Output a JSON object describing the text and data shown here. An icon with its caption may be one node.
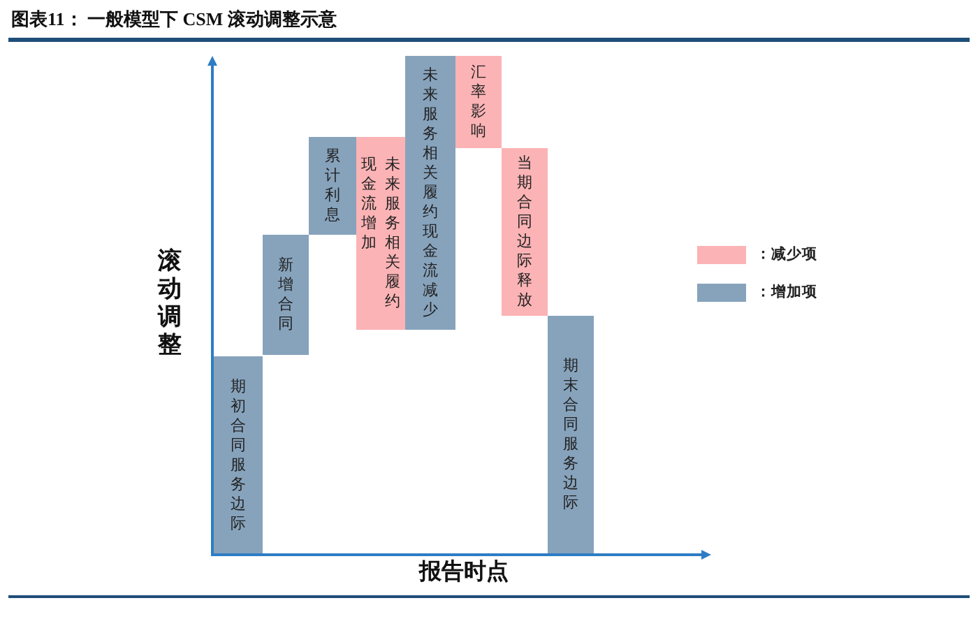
{
  "diagram": {
    "title": "图表11： 一般模型下 CSM 滚动调整示意",
    "nodes": [
      {
        "text": [
          "期初合同服务边际"
        ]
      },
      {
        "text": [
          "新增合同"
        ]
      },
      {
        "text": [
          "累计利息"
        ]
      },
      {
        "text": [
          "未来服务相关履约现金流增加"
        ]
      },
      {
        "text": [
          "未来服务相关履约现金流减少"
        ]
      },
      {
        "text": [
          "汇率影响"
        ]
      },
      {
        "text": [
          "当期合同边际释放"
        ]
      },
      {
        "text": [
          "期末合同服务边际"
        ]
      }
    ],
    "labels": [
      "滚动调整",
      "报告时点"
    ],
    "legend": [
      {
        "text": "：减少项",
        "color": "#fbb3b5"
      },
      {
        "text": "：增加项",
        "color": "#87a3bc"
      }
    ]
  }
}
